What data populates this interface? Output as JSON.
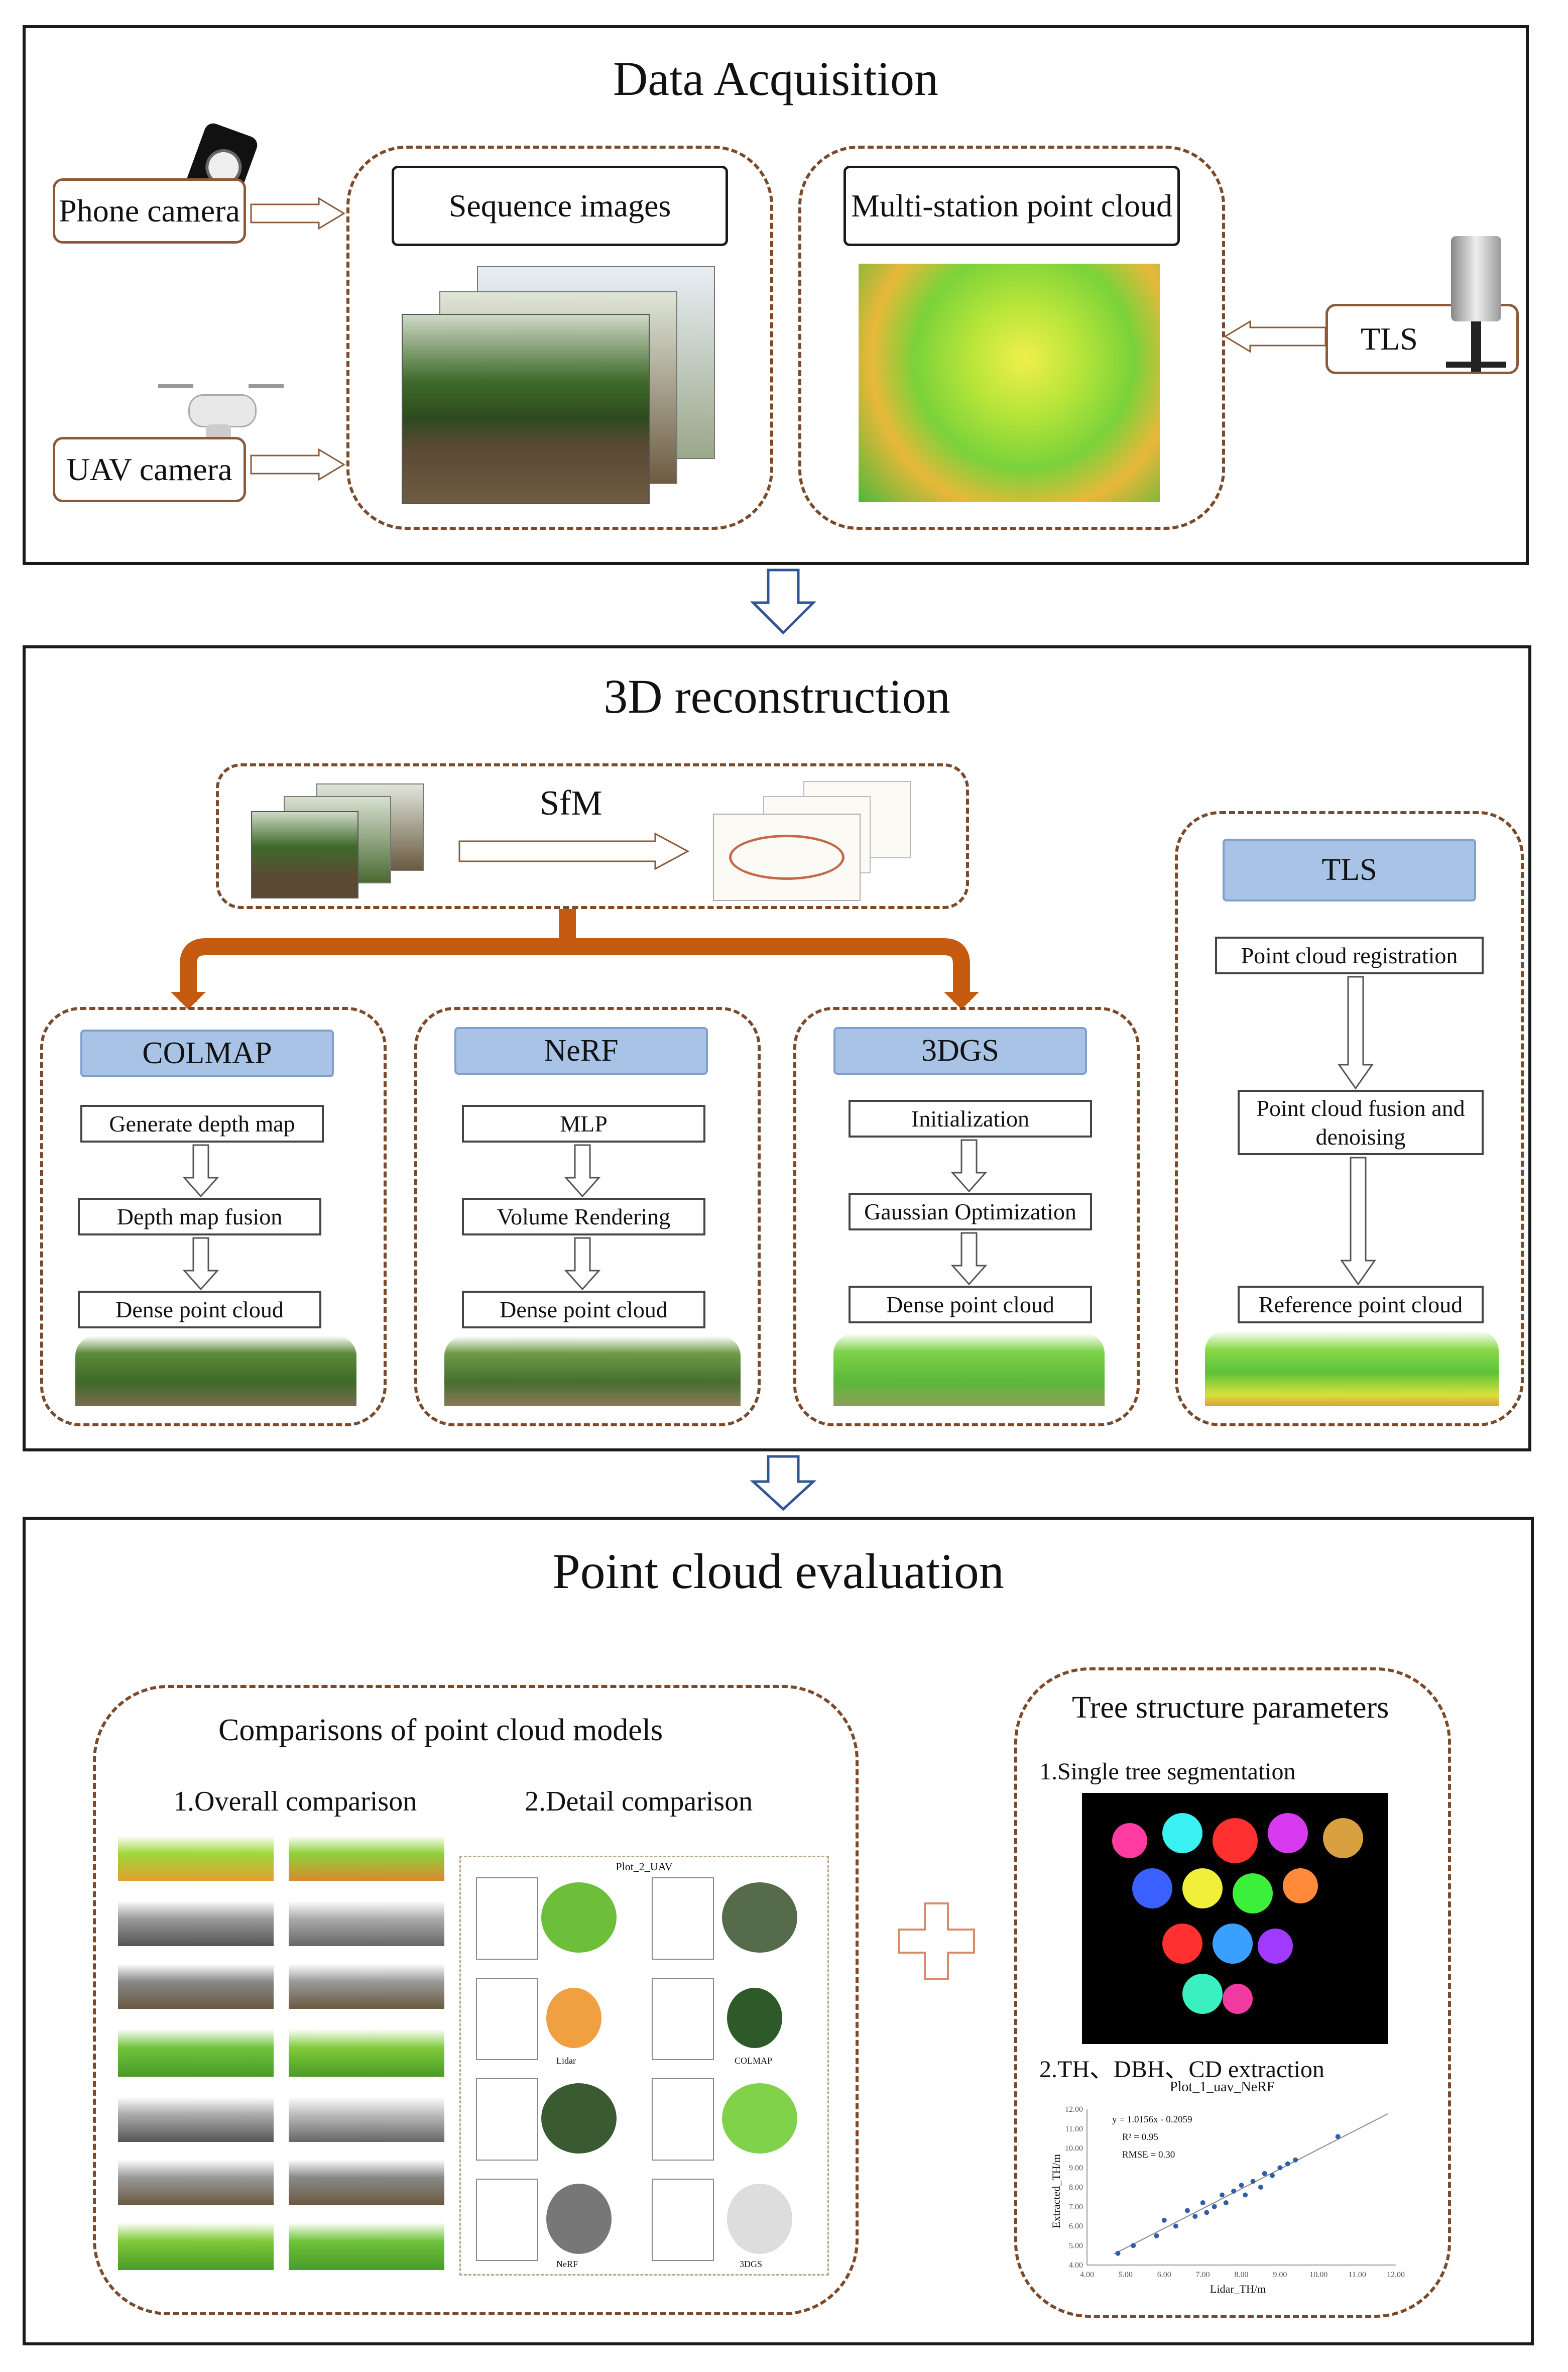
{
  "sections": {
    "acquisition": {
      "title": "Data Acquisition",
      "phone_camera": "Phone camera",
      "uav_camera": "UAV camera",
      "sequence_images": "Sequence images",
      "multi_station": "Multi-station point cloud",
      "tls": "TLS"
    },
    "reconstruction": {
      "title": "3D reconstruction",
      "sfm": "SfM",
      "methods": [
        {
          "name": "COLMAP",
          "steps": [
            "Generate depth map",
            "Depth map fusion",
            "Dense point cloud"
          ]
        },
        {
          "name": "NeRF",
          "steps": [
            "MLP",
            "Volume Rendering",
            "Dense point cloud"
          ]
        },
        {
          "name": "3DGS",
          "steps": [
            "Initialization",
            "Gaussian Optimization",
            "Dense point cloud"
          ]
        }
      ],
      "tls": {
        "name": "TLS",
        "steps": [
          "Point cloud registration",
          "Point cloud fusion and denoising",
          "Reference point cloud"
        ]
      }
    },
    "evaluation": {
      "title": "Point cloud evaluation",
      "comparisons_title": "Comparisons of point cloud models",
      "overall": "1.Overall comparison",
      "detail": "2.Detail comparison",
      "detail_plot_title": "Plot_2_UAV",
      "detail_labels": [
        "Lidar",
        "COLMAP",
        "NeRF",
        "3DGS"
      ],
      "tree_params_title": "Tree structure parameters",
      "single_tree": "1.Single tree segmentation",
      "extraction": "2.TH、DBH、CD extraction",
      "scatter": {
        "title": "Plot_1_uav_NeRF",
        "equation": "y = 1.0156x - 0.2059",
        "r2": "R² = 0.95",
        "rmse": "RMSE = 0.30",
        "xlabel": "Lidar_TH/m",
        "ylabel": "Extracted_TH/m",
        "x_ticks": [
          "4.00",
          "5.00",
          "6.00",
          "7.00",
          "8.00",
          "9.00",
          "10.00",
          "11.00",
          "12.00"
        ],
        "y_ticks": [
          "4.00",
          "5.00",
          "6.00",
          "7.00",
          "8.00",
          "9.00",
          "10.00",
          "11.00",
          "12.00"
        ]
      }
    }
  },
  "chart_data": {
    "type": "scatter",
    "title": "Plot_1_uav_NeRF",
    "xlabel": "Lidar_TH/m",
    "ylabel": "Extracted_TH/m",
    "xlim": [
      4,
      12
    ],
    "ylim": [
      4,
      12
    ],
    "x": [
      4.8,
      5.2,
      5.8,
      6.0,
      6.3,
      6.6,
      6.8,
      7.0,
      7.1,
      7.3,
      7.5,
      7.6,
      7.8,
      8.0,
      8.1,
      8.3,
      8.5,
      8.6,
      8.8,
      9.0,
      9.2,
      9.4,
      10.5
    ],
    "y": [
      4.6,
      5.0,
      5.5,
      6.3,
      6.0,
      6.8,
      6.5,
      7.2,
      6.7,
      7.0,
      7.6,
      7.2,
      7.8,
      8.1,
      7.6,
      8.3,
      8.0,
      8.7,
      8.6,
      9.0,
      9.2,
      9.4,
      10.6
    ],
    "fit": {
      "slope": 1.0156,
      "intercept": -0.2059
    }
  }
}
